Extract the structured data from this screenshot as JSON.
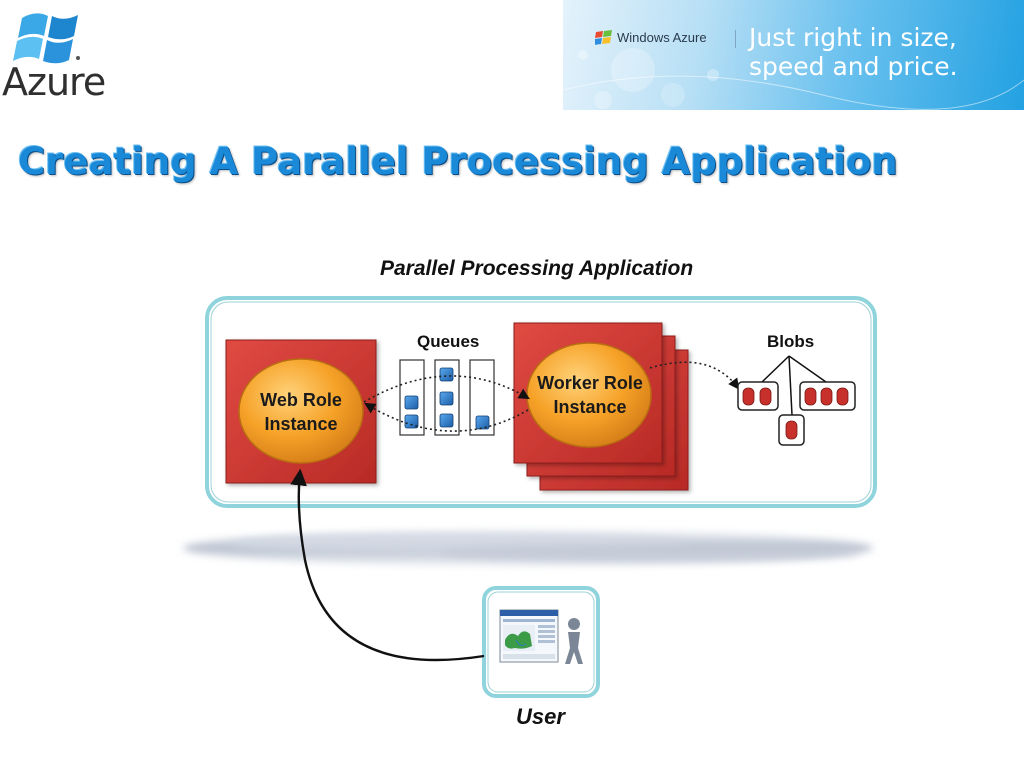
{
  "logo": {
    "text": "Azure"
  },
  "banner": {
    "brand": "Windows Azure",
    "tagline": "Just right in size, speed and price."
  },
  "slide": {
    "title": "Creating A Parallel Processing Application"
  },
  "diagram": {
    "app_title": "Parallel Processing Application",
    "web_role_line1": "Web Role",
    "web_role_line2": "Instance",
    "queues_label": "Queues",
    "worker_role_line1": "Worker Role",
    "worker_role_line2": "Instance",
    "blobs_label": "Blobs",
    "user_label": "User"
  },
  "colors": {
    "title_blue": "#1a8ad8",
    "role_red": "#d23a35",
    "orb_orange": "#f5a623",
    "frame_teal": "#7ccfd8",
    "queue_blue": "#2a74c2"
  }
}
